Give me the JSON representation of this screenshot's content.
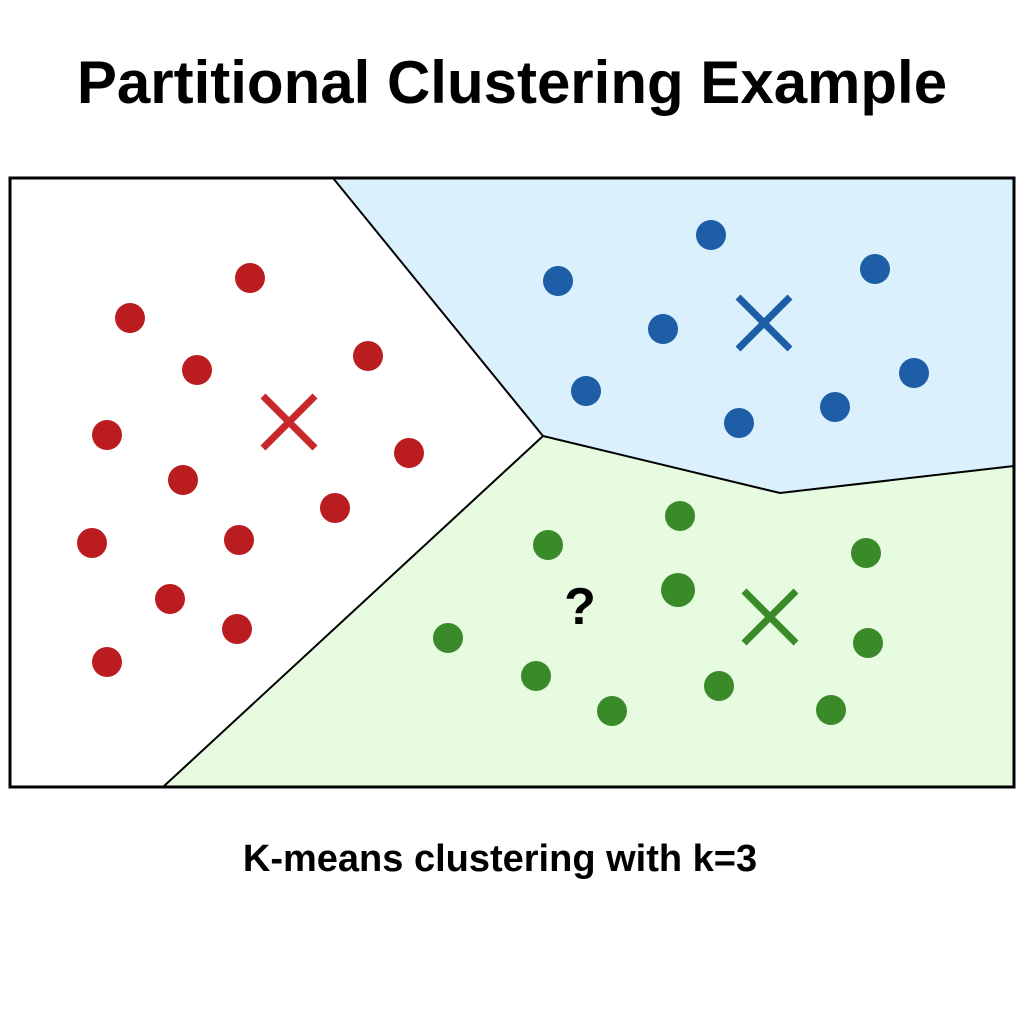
{
  "title": "Partitional Clustering Example",
  "caption": "K-means clustering with k=3",
  "unknown_marker": "?",
  "clusters": [
    {
      "name": "red",
      "point_color": "#bb1c1f",
      "centroid_color": "#c8282a",
      "region_color": "#ffffff",
      "point_count": 13
    },
    {
      "name": "blue",
      "point_color": "#1d5ea7",
      "centroid_color": "#1d5ea7",
      "region_color": "#dbf0fd",
      "point_count": 8
    },
    {
      "name": "green",
      "point_color": "#3a8a2a",
      "centroid_color": "#3a8a2a",
      "region_color": "#e6fbe0",
      "point_count": 10
    }
  ]
}
